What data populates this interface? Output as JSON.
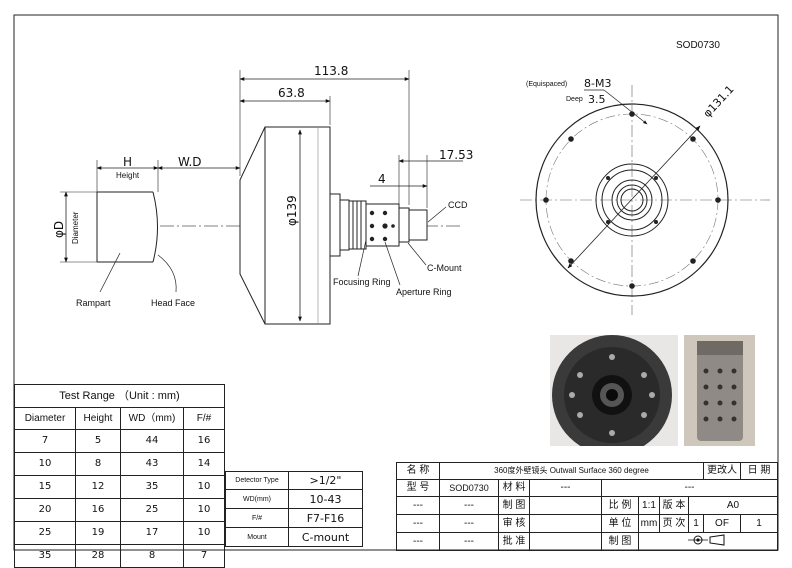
{
  "drawing_id": "SOD0730",
  "dims": {
    "overall": "113.8",
    "body": "63.8",
    "tail": "17.53",
    "gap": "4",
    "outer_dia": "φ139",
    "bolt_circle": "φ131.1",
    "thread": "8-M3",
    "depth_label": "Deep",
    "depth_value": "3.5",
    "equispaced": "(Equispaced)"
  },
  "part_labels": {
    "h": "H",
    "height": "Height",
    "wd": "W.D",
    "phi_d": "φD",
    "diameter": "Diameter",
    "rampart": "Rampart",
    "head_face": "Head Face",
    "ccd": "CCD",
    "c_mount": "C-Mount",
    "focusing_ring": "Focusing Ring",
    "aperture_ring": "Aperture Ring"
  },
  "test_range": {
    "title": "Test Range （Unit : mm)",
    "headers": [
      "Diameter",
      "Height",
      "WD（mm)",
      "F/#"
    ],
    "rows": [
      [
        "7",
        "5",
        "44",
        "16"
      ],
      [
        "10",
        "8",
        "43",
        "14"
      ],
      [
        "15",
        "12",
        "35",
        "10"
      ],
      [
        "20",
        "16",
        "25",
        "10"
      ],
      [
        "25",
        "19",
        "17",
        "10"
      ],
      [
        "35",
        "28",
        "8",
        "7"
      ]
    ]
  },
  "specs": [
    {
      "label": "Detector Type",
      "value": ">1/2\""
    },
    {
      "label": "WD(mm)",
      "value": "10-43"
    },
    {
      "label": "F/#",
      "value": "F7-F16"
    },
    {
      "label": "Mount",
      "value": "C-mount"
    }
  ],
  "title_block": {
    "name_label": "名 称",
    "name_value": "360度外壁镜头 Outwall Surface 360 degree",
    "changer_label": "更改人",
    "date_label": "日 期",
    "model_label": "型 号",
    "model_value": "SOD0730",
    "material_label": "材 料",
    "material_value": "---",
    "r2_right": "---",
    "drawn_label": "制 图",
    "check_label": "审 核",
    "approve_label": "批 准",
    "scale_label": "比 例",
    "scale_value": "1:1",
    "version_label": "版 本",
    "version_value": "A0",
    "unit_label": "单 位",
    "unit_value": "mm",
    "page_label": "页 次",
    "page_value": "1",
    "of_label": "OF",
    "of_value": "1",
    "draw_label": "制 图",
    "dash": "---"
  }
}
